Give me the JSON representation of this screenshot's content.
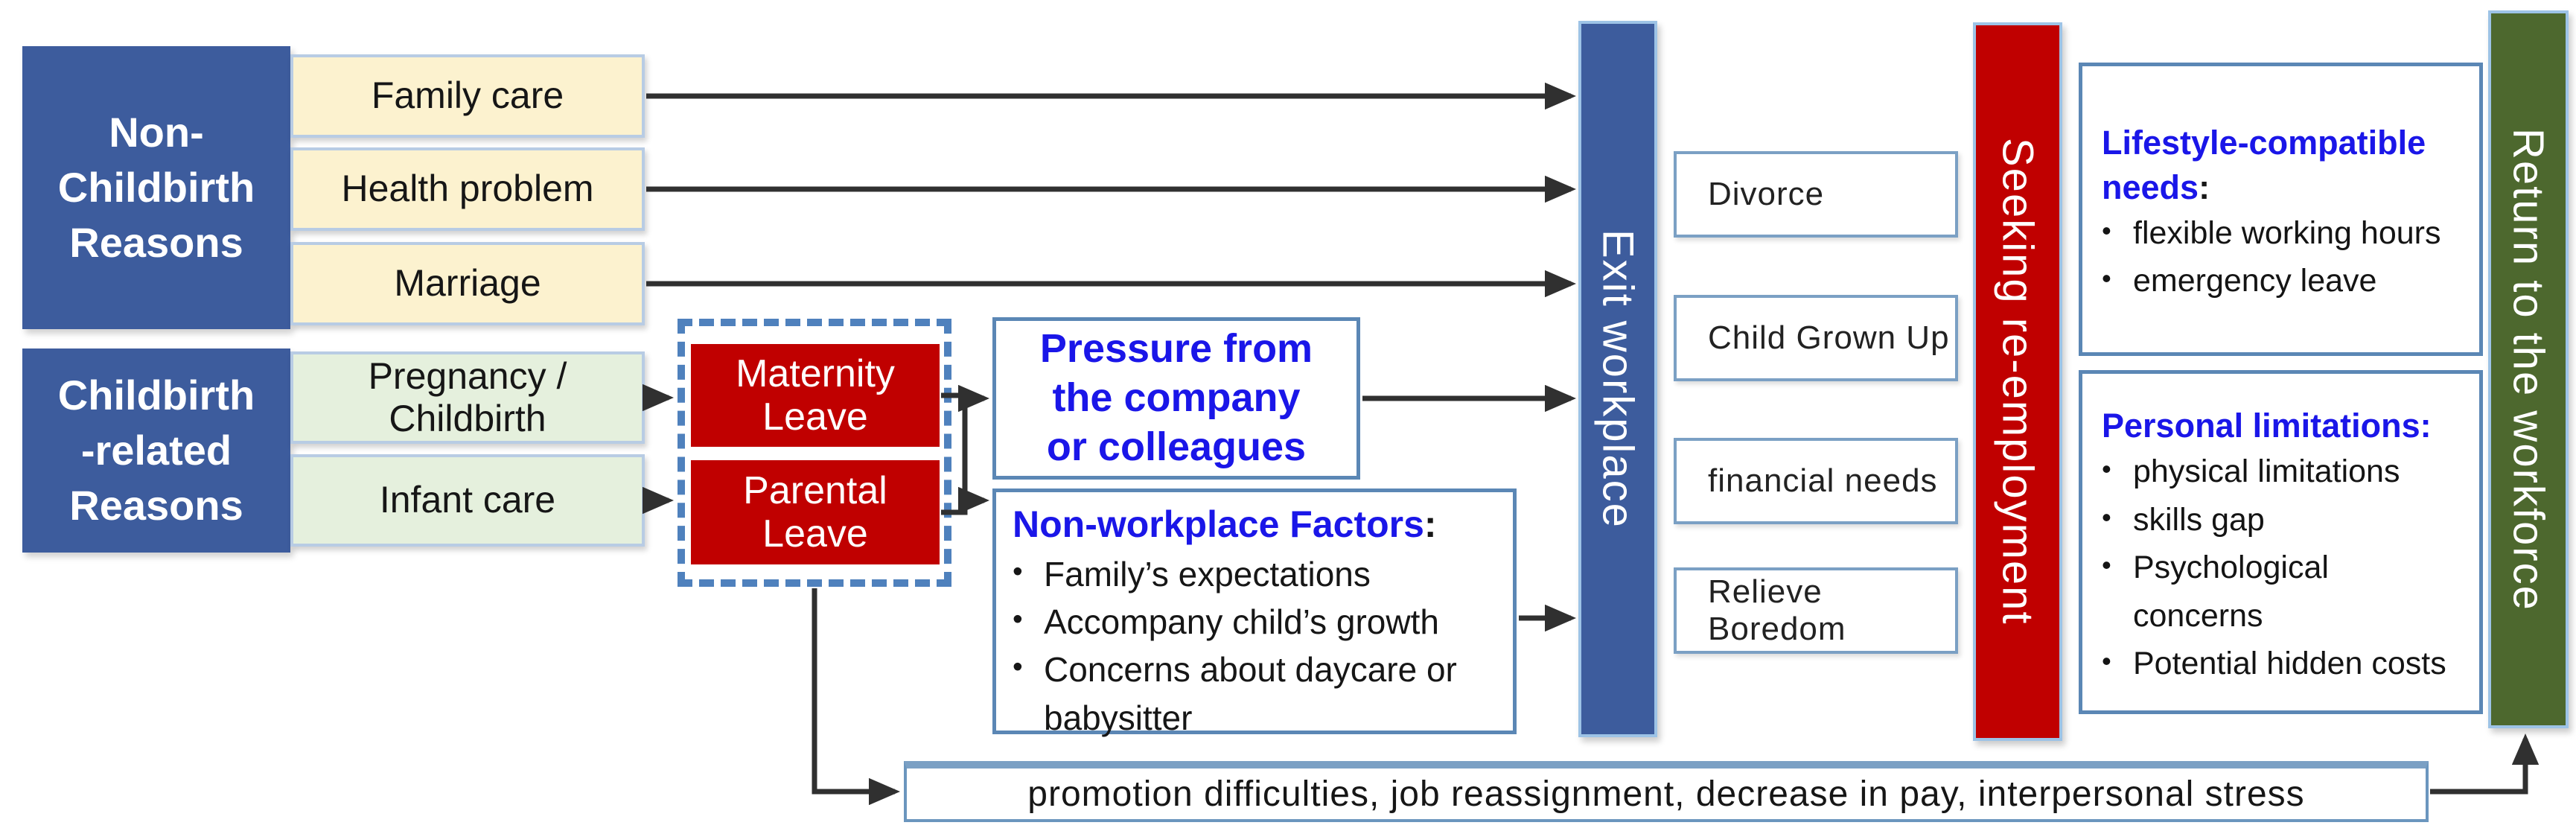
{
  "ui": {
    "bullet": "•"
  },
  "left": {
    "non_childbirth": {
      "title_lines": [
        "Non-",
        "Childbirth",
        "Reasons"
      ],
      "items": [
        "Family care",
        "Health problem",
        "Marriage"
      ]
    },
    "childbirth_related": {
      "title_lines": [
        "Childbirth",
        "-related",
        "Reasons"
      ],
      "items": [
        "Pregnancy / Childbirth",
        "Infant care"
      ]
    }
  },
  "leave_group": {
    "maternity": "Maternity Leave",
    "parental": "Parental Leave"
  },
  "pressure_box": {
    "lines": [
      "Pressure from",
      "the company",
      "or colleagues"
    ]
  },
  "non_workplace_box": {
    "heading": "Non-workplace Factors",
    "colon": ":",
    "bullets": [
      "Family’s expectations",
      "Accompany child’s growth",
      "Concerns about daycare or babysitter"
    ]
  },
  "exit_bar": {
    "label": "Exit workplace"
  },
  "reemployment_reasons": [
    "Divorce",
    "Child Grown Up",
    "financial needs",
    "Relieve Boredom"
  ],
  "seeking_bar": {
    "label": "Seeking re-employment"
  },
  "lifestyle_box": {
    "heading_line1": "Lifestyle-compatible",
    "heading_line2": "needs",
    "colon": ":",
    "bullets": [
      "flexible working hours",
      "emergency leave"
    ]
  },
  "personal_box": {
    "heading": "Personal limitations:",
    "bullets": [
      "physical limitations",
      "skills gap",
      "Psychological concerns",
      "Potential hidden costs"
    ]
  },
  "return_bar": {
    "label": "Return to the workforce"
  },
  "bottom_note": {
    "text": "promotion difficulties, job reassignment, decrease in pay, interpersonal stress"
  },
  "colors": {
    "primary_blue": "#3D5C9D",
    "accent_red": "#C00000",
    "bar_green": "#4D682E",
    "text_blue": "#1A16E8",
    "item_cream": "#FCF2CF",
    "item_light_green": "#E5F0DD",
    "border_steel": "#5B87B5",
    "dashed_blue": "#4F81BD",
    "arrow": "#303030"
  }
}
